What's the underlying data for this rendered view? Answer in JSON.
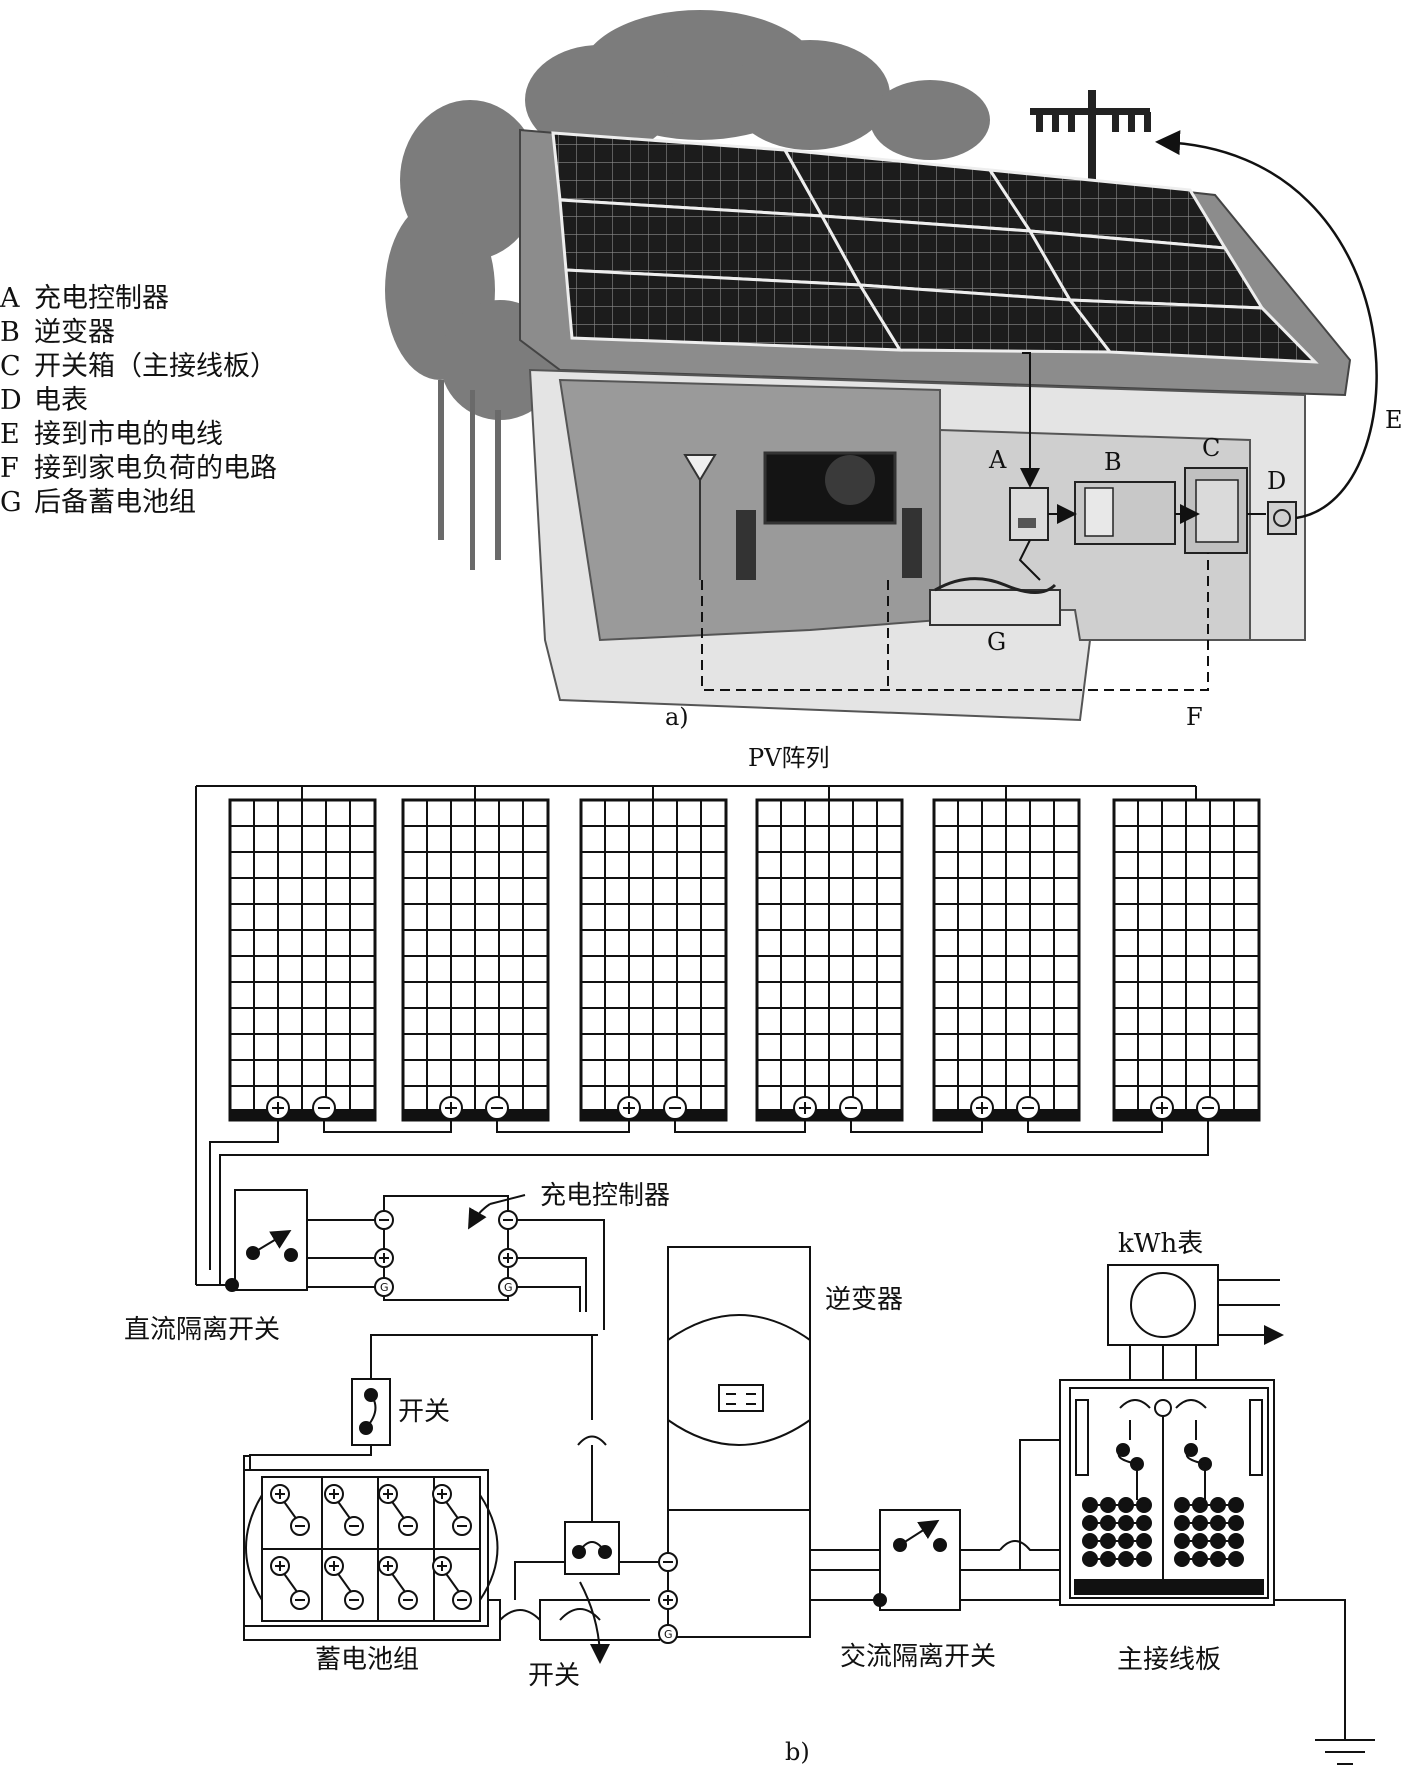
{
  "legend": [
    {
      "key": "A",
      "text": "充电控制器"
    },
    {
      "key": "B",
      "text": "逆变器"
    },
    {
      "key": "C",
      "text": "开关箱（主接线板）"
    },
    {
      "key": "D",
      "text": "电表"
    },
    {
      "key": "E",
      "text": "接到市电的电线"
    },
    {
      "key": "F",
      "text": "接到家电负荷的电路"
    },
    {
      "key": "G",
      "text": "后备蓄电池组"
    }
  ],
  "fig_a": {
    "caption": "a)",
    "markers": {
      "A": "A",
      "B": "B",
      "C": "C",
      "D": "D",
      "E": "E",
      "F": "F",
      "G": "G"
    }
  },
  "fig_b": {
    "caption": "b)",
    "pv_title": "PV阵列",
    "charge_controller": "充电控制器",
    "dc_switch": "直流隔离开关",
    "switch_top": "开关",
    "switch_bottom": "开关",
    "battery": "蓄电池组",
    "inverter": "逆变器",
    "ac_switch": "交流隔离开关",
    "kwh_meter": "kWh表",
    "main_panel": "主接线板",
    "terminal_plus": "+",
    "terminal_minus": "−",
    "terminal_ground": "G"
  },
  "colors": {
    "ink": "#111111",
    "sky": "#ffffff",
    "panel": "#1c1c1c",
    "wall": "#d7d7d7",
    "roof": "#8c8c8c",
    "foliage": "#7c7c7c"
  }
}
